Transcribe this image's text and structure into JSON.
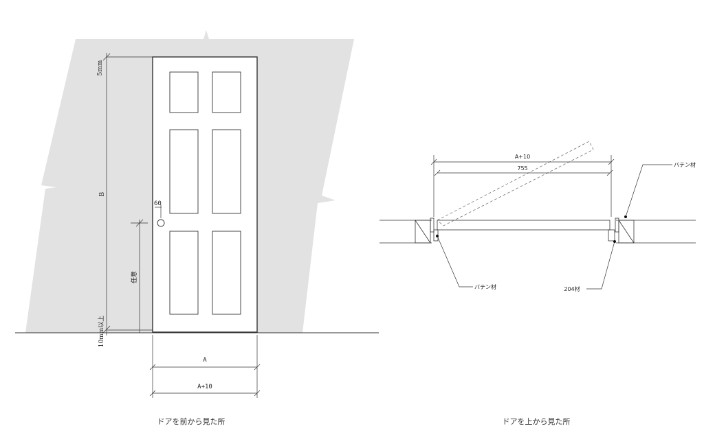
{
  "front_view": {
    "caption": "ドアを前から見た所",
    "labels": {
      "top_gap": "5mm",
      "height": "B",
      "handle_offset": "60",
      "handle_height": "任意",
      "bottom_gap": "10mm以上",
      "width": "A",
      "width_plus": "A+10"
    }
  },
  "top_view": {
    "caption": "ドアを上から見た所",
    "labels": {
      "width_plus": "A+10",
      "width_value": "755",
      "batten_right": "バテン材",
      "batten_left": "バテン材",
      "stud": "204材"
    }
  },
  "colors": {
    "wall": "#e2e2e2",
    "line": "#333333"
  }
}
